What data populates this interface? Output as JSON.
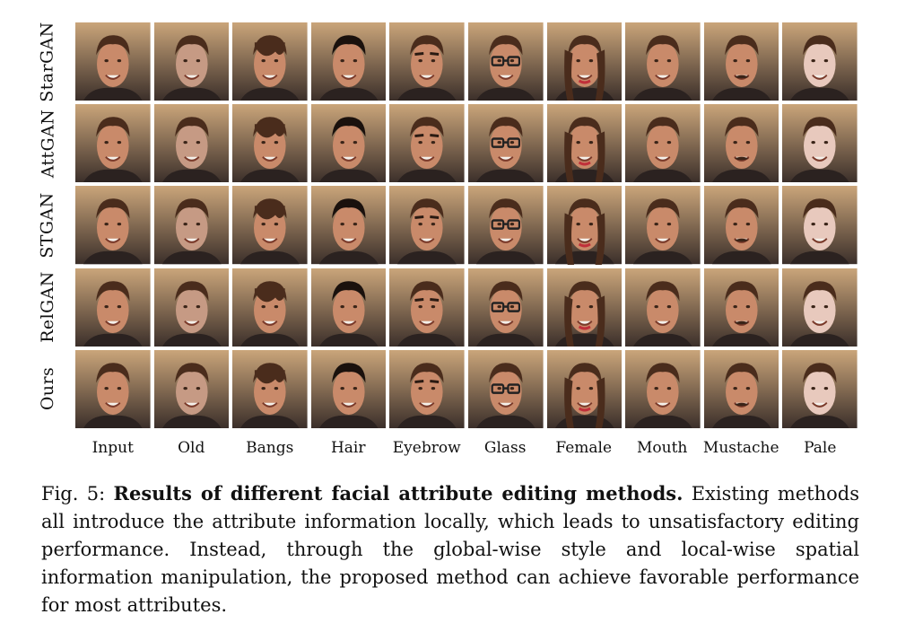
{
  "rows": [
    "StarGAN",
    "AttGAN",
    "STGAN",
    "RelGAN",
    "Ours"
  ],
  "columns": [
    "Input",
    "Old",
    "Bangs",
    "Hair",
    "Eyebrow",
    "Glass",
    "Female",
    "Mouth",
    "Mustache",
    "Pale"
  ],
  "caption": {
    "label": "Fig. 5:",
    "title": "Results of different facial attribute editing methods.",
    "body": "Existing methods all introduce the attribute information locally, which leads to unsatisfactory editing performance. Instead, through the global-wise style and local-wise spatial information manipulation, the proposed method can achieve favorable performance for most attributes."
  },
  "colors": {
    "background_top": "#caa57a",
    "background_bottom": "#3b2f2a",
    "skin": "#c98a6a",
    "hair": "#4a2c1c"
  }
}
